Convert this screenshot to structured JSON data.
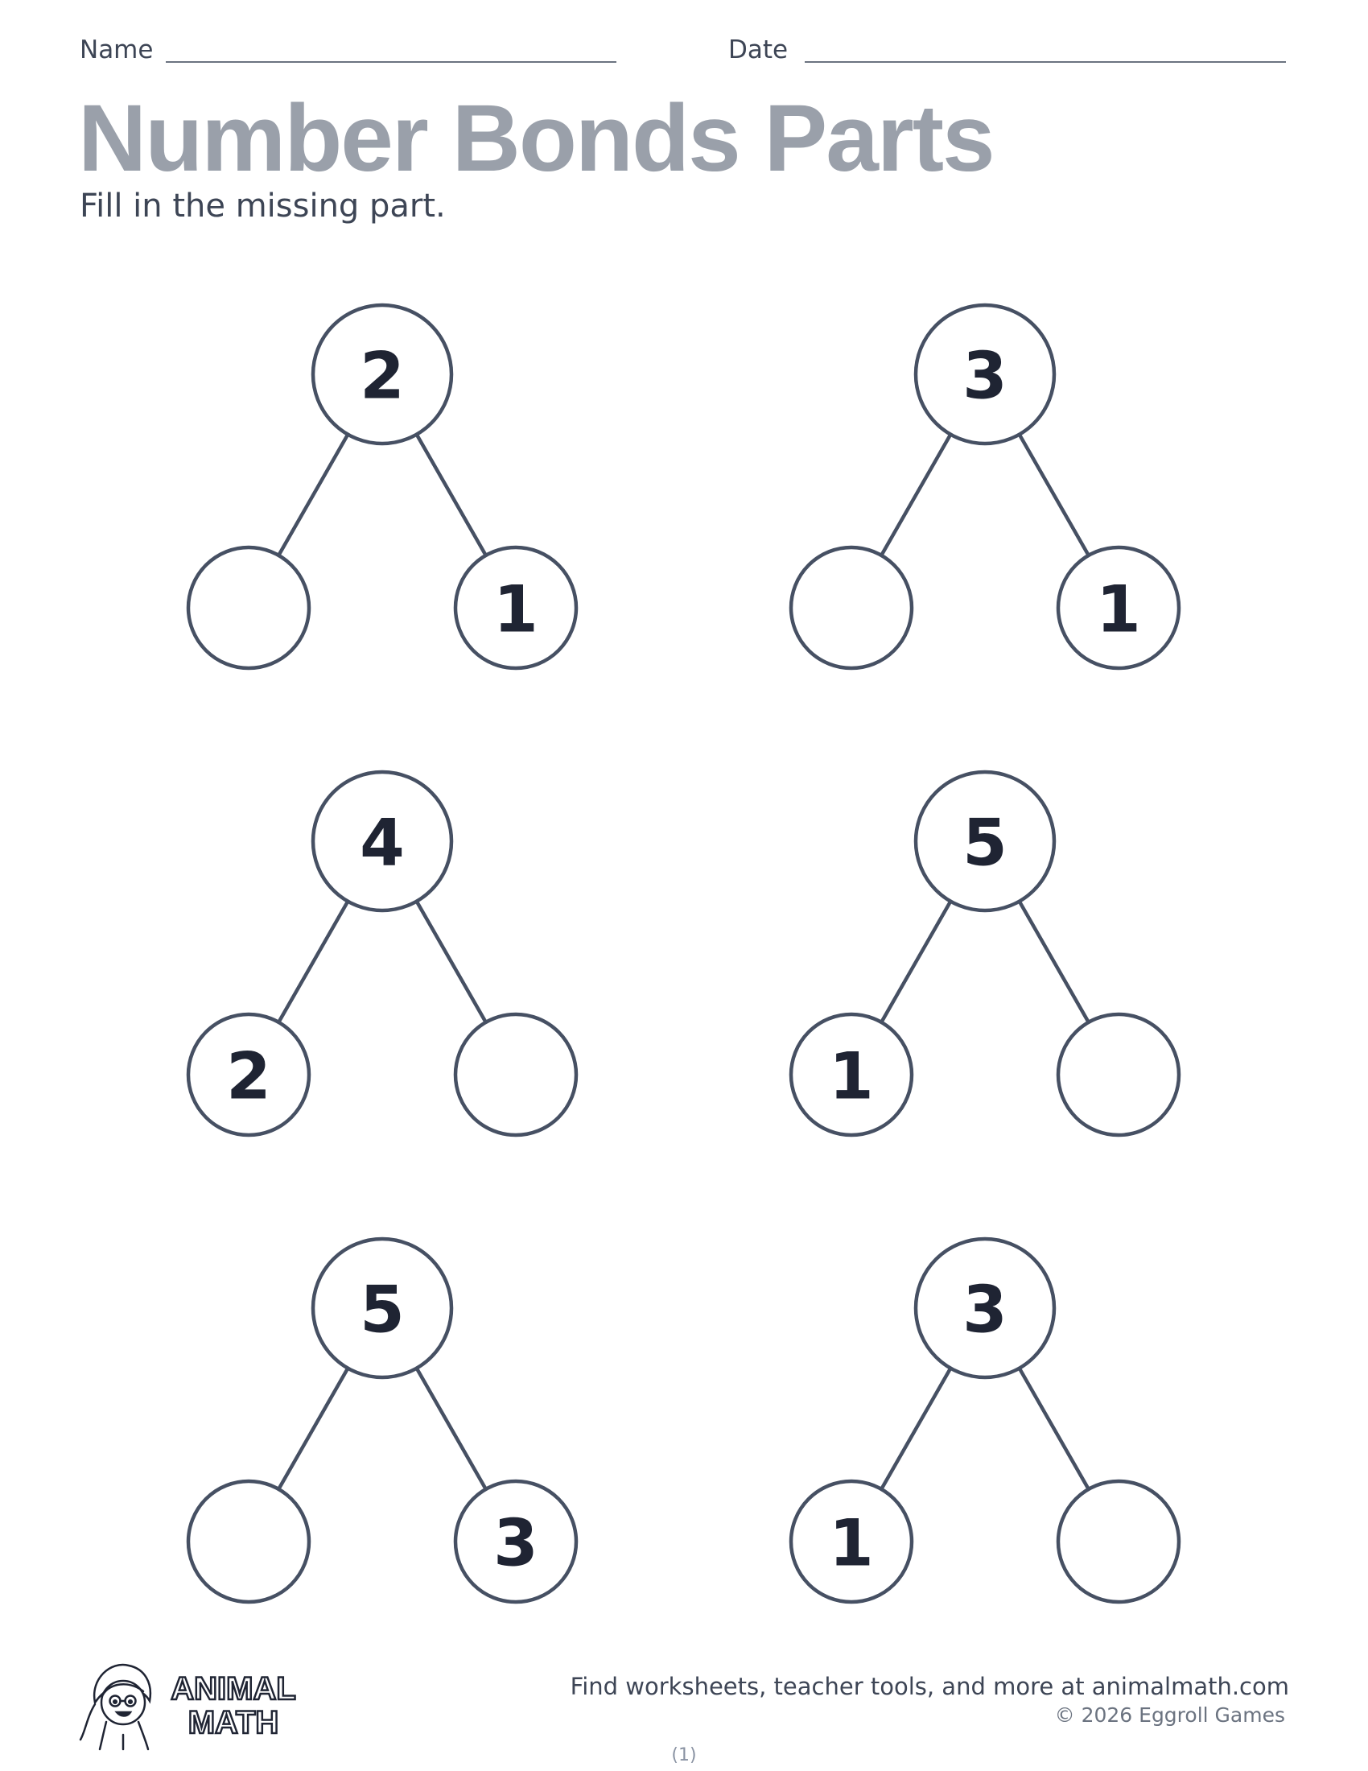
{
  "header": {
    "name_label": "Name",
    "date_label": "Date"
  },
  "title": "Number Bonds Parts",
  "subtitle": "Fill in the missing part.",
  "bonds": [
    {
      "whole": "2",
      "left": "",
      "right": "1"
    },
    {
      "whole": "3",
      "left": "",
      "right": "1"
    },
    {
      "whole": "4",
      "left": "2",
      "right": ""
    },
    {
      "whole": "5",
      "left": "1",
      "right": ""
    },
    {
      "whole": "5",
      "left": "",
      "right": "3"
    },
    {
      "whole": "3",
      "left": "1",
      "right": ""
    }
  ],
  "logo": {
    "line1": "ANIMAL",
    "line2": "MATH"
  },
  "footer": {
    "link_text": "Find worksheets, teacher tools, and more at animalmath.com",
    "copyright": "© 2026 Eggroll Games",
    "page_number": "(1)"
  }
}
